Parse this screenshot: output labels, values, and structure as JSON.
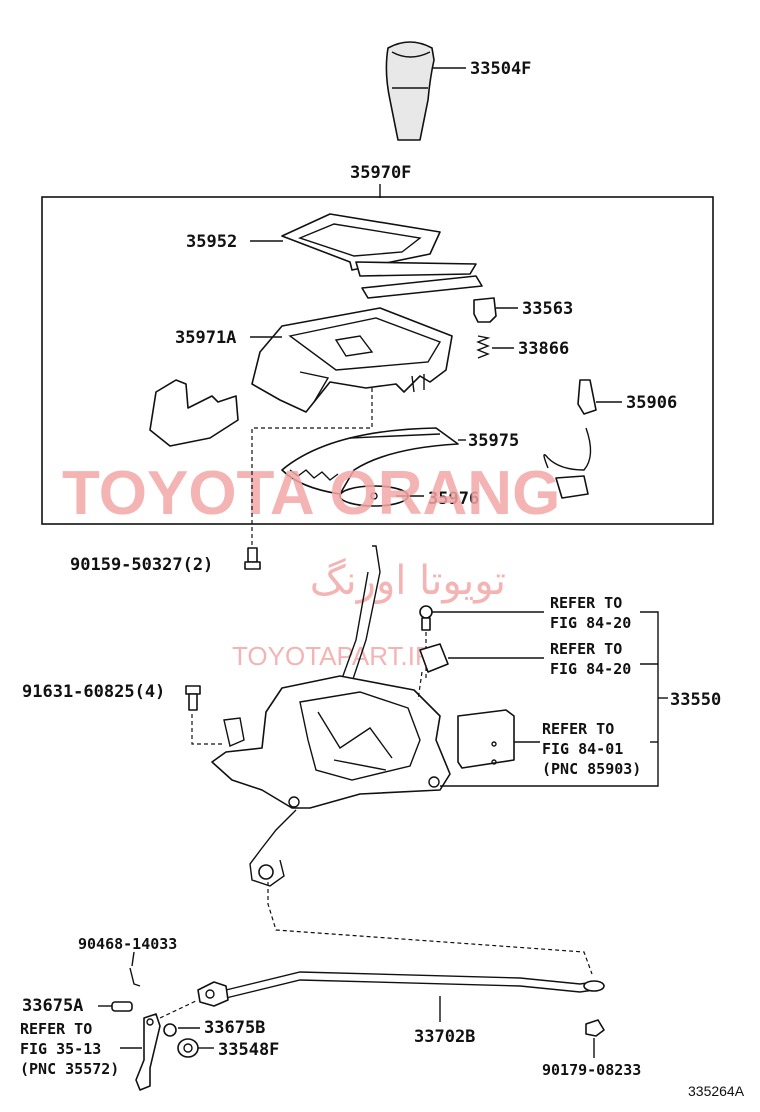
{
  "parts": {
    "knob": "33504F",
    "console_assy": "35970F",
    "panel": "35952",
    "housing": "35971A",
    "stopper": "33563",
    "spring": "33866",
    "switch_sensor": "35906",
    "indicator_plate": "35975",
    "slide_plate": "35976",
    "bolt_upper": "90159-50327(2)",
    "bolt_lower": "91631-60825(4)",
    "shift_lever_assy": "33550",
    "clip": "90468-14033",
    "pin": "33675A",
    "washer": "33675B",
    "bushing": "33548F",
    "control_rod": "33702B",
    "nut": "90179-08233"
  },
  "refs": {
    "ref1_line1": "REFER TO",
    "ref1_line2": "FIG 84-20",
    "ref2_line1": "REFER TO",
    "ref2_line2": "FIG 84-20",
    "ref3_line1": "REFER TO",
    "ref3_line2": "FIG 84-01",
    "ref3_line3": "(PNC 85903)",
    "ref4_line1": "REFER TO",
    "ref4_line2": "FIG 35-13",
    "ref4_line3": "(PNC 35572)"
  },
  "watermarks": {
    "brand": "TOYOTA ORANG",
    "brand_fa": "تویوتا اورنگ",
    "url": "TOYOTAPART.IR"
  },
  "figure_id": "335264A",
  "colors": {
    "ink": "#111111",
    "watermark": "#f4a7a7"
  }
}
